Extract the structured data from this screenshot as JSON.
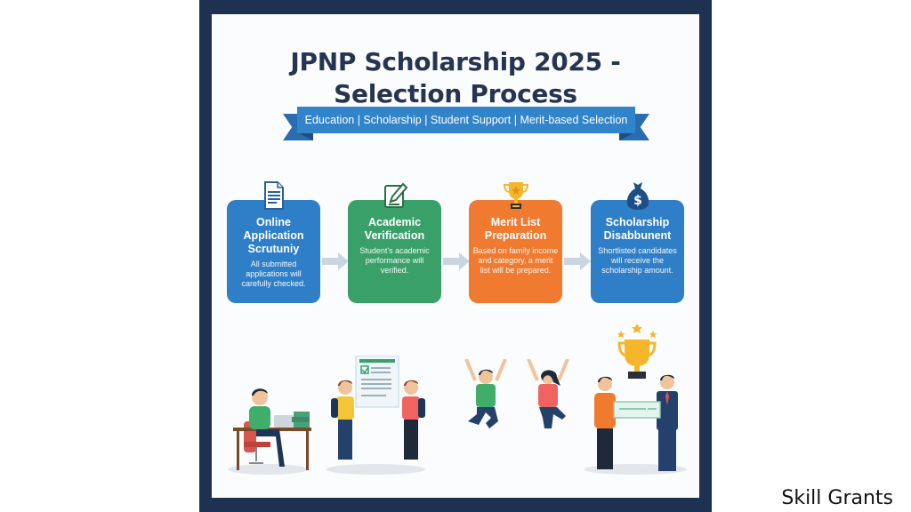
{
  "poster": {
    "title_line1": "JPNP Scholarship 2025 -",
    "title_line2": "Selection Process",
    "ribbon_text": "Education | Scholarship | Student Support | Merit-based Selection",
    "colors": {
      "frame": "#1f3150",
      "title": "#253450",
      "ribbon": "#3184c9",
      "step_blue": "#2f7fc8",
      "step_green": "#3aa06a",
      "step_orange": "#ef7a30",
      "arrow": "#c9d6e2"
    }
  },
  "steps": [
    {
      "icon": "document-icon",
      "title": "Online Application Scrutuniy",
      "description": "All submitted applications will carefully checked."
    },
    {
      "icon": "edit-clipboard-icon",
      "title": "Academic Verification",
      "description": "Student's academic performance will verified."
    },
    {
      "icon": "trophy-icon",
      "title": "Merit List Preparation",
      "description": "Based on family income and category, a merit list will be prepared."
    },
    {
      "icon": "money-bag-icon",
      "title": "Scholarship Disabbunent",
      "description": "Shortlisted candidates will receive the scholarship amount."
    }
  ],
  "illustrations": [
    "student-at-desk-with-laptop",
    "two-students-holding-checklist",
    "two-students-jumping",
    "student-receiving-cheque-with-trophy"
  ],
  "brand": {
    "label": "Skill Grants"
  }
}
